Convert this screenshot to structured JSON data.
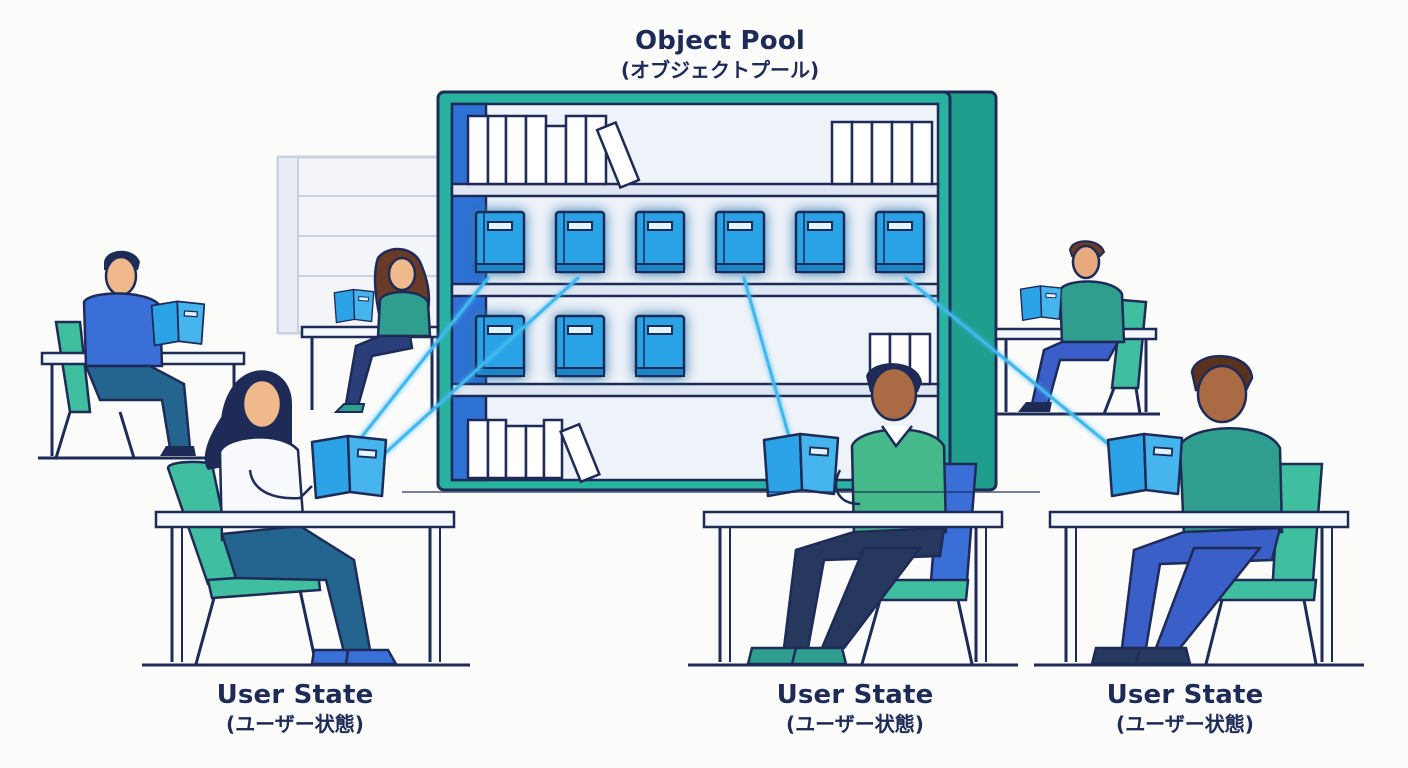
{
  "pool": {
    "title": "Object Pool",
    "subtitle": "(オブジェクトプール)"
  },
  "users": [
    {
      "title": "User State",
      "subtitle": "(ユーザー状態)"
    },
    {
      "title": "User State",
      "subtitle": "(ユーザー状態)"
    },
    {
      "title": "User State",
      "subtitle": "(ユーザー状態)"
    }
  ],
  "colors": {
    "outline": "#1e2b57",
    "shelf_teal": "#1f9e8e",
    "pool_book": "#2ba3e6",
    "glow": "#44c6f2",
    "link_line": "#3fb8ee",
    "chair_green": "#3fbf9f",
    "shirt_blue": "#3a6fd8",
    "shirt_teal": "#2f9e8f",
    "shirt_green": "#45b98a"
  },
  "pool_books": {
    "top_row": 6,
    "bottom_row": 3,
    "highlighted": 4
  },
  "icons": [
    "bookshelf-icon",
    "book-icon",
    "person-reading-icon",
    "desk-icon",
    "chair-icon"
  ]
}
